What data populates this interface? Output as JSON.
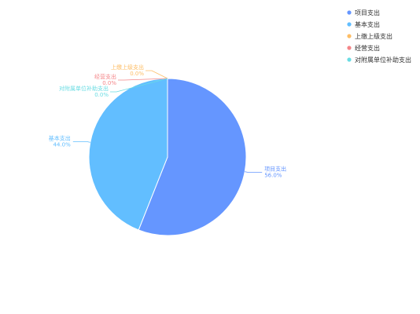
{
  "colors": {
    "background": "#ffffff",
    "legend_text": "#333333",
    "slice_border": "#ffffff"
  },
  "chart_data": {
    "type": "pie",
    "title": "",
    "legend_position": "top-right",
    "slices": [
      {
        "name": "项目支出",
        "value": 56.0,
        "percent_label": "56.0%",
        "color": "#6596FF"
      },
      {
        "name": "基本支出",
        "value": 44.0,
        "percent_label": "44.0%",
        "color": "#62BEFF"
      },
      {
        "name": "上缴上级支出",
        "value": 0.0,
        "percent_label": "0.0%",
        "color": "#FDBD65"
      },
      {
        "name": "经营支出",
        "value": 0.0,
        "percent_label": "0.0%",
        "color": "#F48588"
      },
      {
        "name": "对附属单位补助支出",
        "value": 0.0,
        "percent_label": "0.0%",
        "color": "#6ADCE3"
      }
    ]
  }
}
